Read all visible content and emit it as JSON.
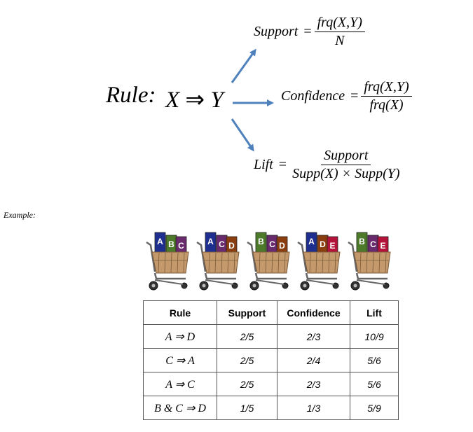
{
  "rule": {
    "label": "Rule:",
    "x": "X",
    "implies": "⇒",
    "y": "Y"
  },
  "support": {
    "name": "Support",
    "eq": "=",
    "numerator": "frq(X,Y)",
    "denominator": "N"
  },
  "confidence": {
    "name": "Confidence",
    "eq": "=",
    "numerator": "frq(X,Y)",
    "denominator": "frq(X)"
  },
  "lift": {
    "name": "Lift",
    "eq": "=",
    "numerator": "Support",
    "denominator": "Supp(X) × Supp(Y)"
  },
  "example_label": "Example:",
  "carts": [
    {
      "items": [
        "A",
        "B",
        "C"
      ],
      "colors": [
        "#1f2f8f",
        "#4d7a2a",
        "#6a2a6e"
      ]
    },
    {
      "items": [
        "A",
        "C",
        "D"
      ],
      "colors": [
        "#1f2f8f",
        "#6a2a6e",
        "#8a3d0e"
      ]
    },
    {
      "items": [
        "B",
        "C",
        "D"
      ],
      "colors": [
        "#4d7a2a",
        "#6a2a6e",
        "#8a3d0e"
      ]
    },
    {
      "items": [
        "A",
        "D",
        "E"
      ],
      "colors": [
        "#1f2f8f",
        "#8a3d0e",
        "#b3123a"
      ]
    },
    {
      "items": [
        "B",
        "C",
        "E"
      ],
      "colors": [
        "#4d7a2a",
        "#6a2a6e",
        "#b3123a"
      ]
    }
  ],
  "table": {
    "headers": [
      "Rule",
      "Support",
      "Confidence",
      "Lift"
    ],
    "rows": [
      {
        "rule": "A ⇒ D",
        "support": "2/5",
        "confidence": "2/3",
        "lift": "10/9"
      },
      {
        "rule": "C ⇒ A",
        "support": "2/5",
        "confidence": "2/4",
        "lift": "5/6"
      },
      {
        "rule": "A ⇒ C",
        "support": "2/5",
        "confidence": "2/3",
        "lift": "5/6"
      },
      {
        "rule": "B & C ⇒ D",
        "support": "1/5",
        "confidence": "1/3",
        "lift": "5/9"
      }
    ]
  },
  "colors": {
    "arrow": "#4f81bd",
    "basket": "#c49a6c",
    "cart_frame": "#666666"
  }
}
